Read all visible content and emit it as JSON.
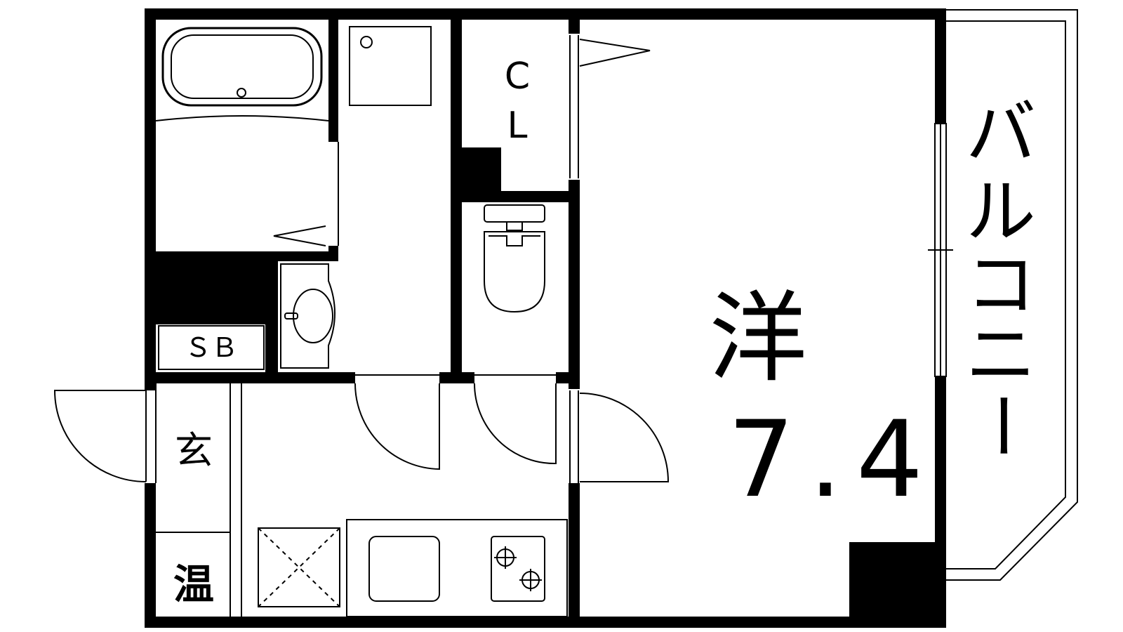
{
  "plan": {
    "labels": {
      "closet_c": "C",
      "closet_l": "L",
      "shoebox": "ＳＢ",
      "entrance": "玄",
      "water_heater": "温",
      "room_kind": "洋",
      "room_size": "7.4",
      "balcony": [
        "バ",
        "ル",
        "コ",
        "ニ",
        "ー"
      ]
    }
  }
}
